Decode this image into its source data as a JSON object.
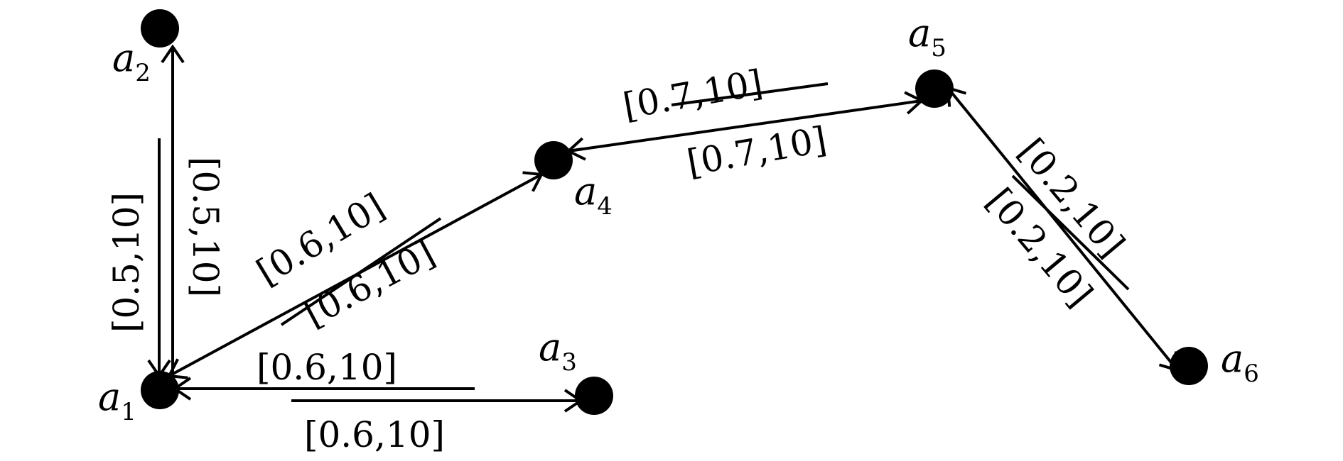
{
  "nodes": [
    {
      "id": "a1",
      "name": "a",
      "sub": "1"
    },
    {
      "id": "a2",
      "name": "a",
      "sub": "2"
    },
    {
      "id": "a3",
      "name": "a",
      "sub": "3"
    },
    {
      "id": "a4",
      "name": "a",
      "sub": "4"
    },
    {
      "id": "a5",
      "name": "a",
      "sub": "5"
    },
    {
      "id": "a6",
      "name": "a",
      "sub": "6"
    }
  ],
  "edges": [
    {
      "from": "a1",
      "to": "a2",
      "label": "[0.5,10]"
    },
    {
      "from": "a2",
      "to": "a1",
      "label": "[0.5,10]"
    },
    {
      "from": "a1",
      "to": "a3",
      "label": "[0.6,10]"
    },
    {
      "from": "a3",
      "to": "a1",
      "label": "[0.6,10]"
    },
    {
      "from": "a1",
      "to": "a4",
      "label": "[0.6,10]"
    },
    {
      "from": "a4",
      "to": "a1",
      "label": "[0.6,10]"
    },
    {
      "from": "a4",
      "to": "a5",
      "label": "[0.7,10]"
    },
    {
      "from": "a5",
      "to": "a4",
      "label": "[0.7,10]"
    },
    {
      "from": "a5",
      "to": "a6",
      "label": "[0.2,10]"
    },
    {
      "from": "a6",
      "to": "a5",
      "label": "[0.2,10]"
    }
  ]
}
